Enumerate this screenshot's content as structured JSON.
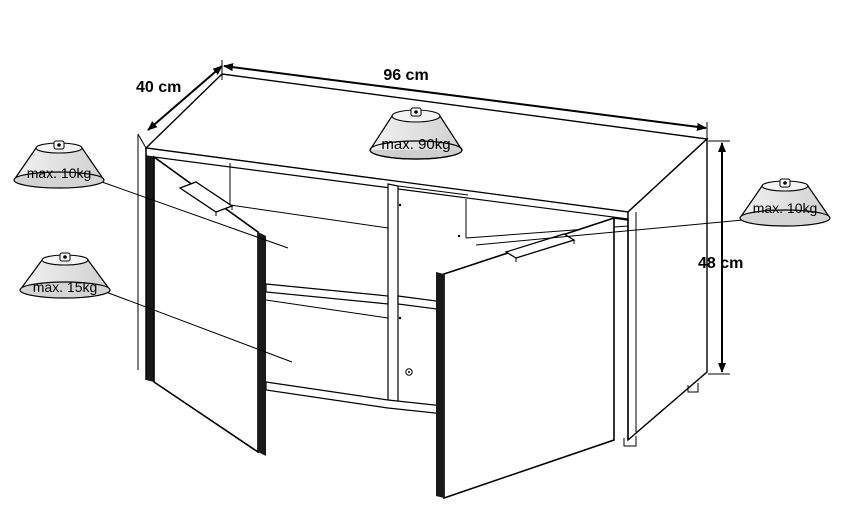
{
  "dimensions": {
    "width": "96 cm",
    "depth": "40 cm",
    "height": "48 cm"
  },
  "load_labels": {
    "top": "max. 90kg",
    "left_upper_shelf": "max. 10kg",
    "left_lower_shelf": "max. 15kg",
    "right_shelf": "max. 10kg"
  },
  "colors": {
    "line": "#000000",
    "panel_dark": "#1a1a1a",
    "weight_fill": "#e6e6e6",
    "background": "#ffffff"
  }
}
